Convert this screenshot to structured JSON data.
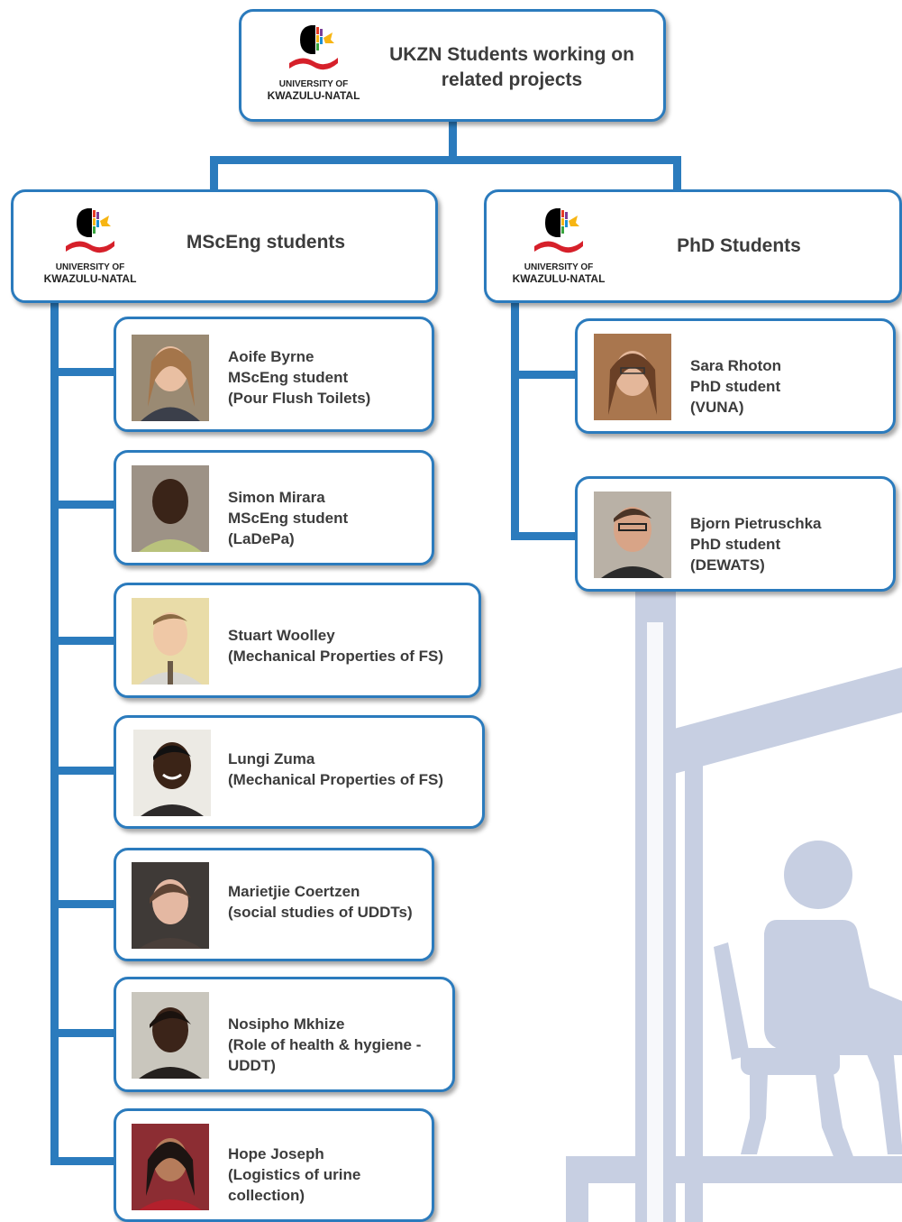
{
  "logo": {
    "line1": "UNIVERSITY OF",
    "line2": "KWAZULU-NATAL"
  },
  "root": {
    "title": "UKZN Students working\non related projects"
  },
  "msc": {
    "title": "MScEng students",
    "students": [
      {
        "text": "Aoife Byrne\nMScEng student\n(Pour Flush Toilets)"
      },
      {
        "text": "Simon Mirara\nMScEng student\n(LaDePa)"
      },
      {
        "text": "Stuart Woolley\n(Mechanical Properties of FS)"
      },
      {
        "text": "Lungi Zuma\n(Mechanical Properties of FS)"
      },
      {
        "text": "Marietjie Coertzen\n(social studies of UDDTs)"
      },
      {
        "text": "Nosipho Mkhize\n(Role of health & hygiene -\nUDDT)"
      },
      {
        "text": "Hope Joseph\n(Logistics of urine\ncollection)"
      }
    ]
  },
  "phd": {
    "title": "PhD Students",
    "students": [
      {
        "text": "Sara Rhoton\nPhD student\n(VUNA)"
      },
      {
        "text": "Bjorn Pietruschka\nPhD student\n(DEWATS)"
      }
    ]
  },
  "colors": {
    "connector": "#2b7bbd",
    "text": "#3c3c3c",
    "illustration": "#c7cfe2"
  }
}
